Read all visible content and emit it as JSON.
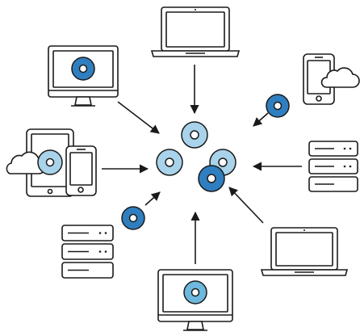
{
  "colors": {
    "outline": "#1a1a1a",
    "disc_light": "#a8d3ea",
    "disc_mid": "#6db8dc",
    "disc_dark": "#2f7fc0",
    "disc_inner": "#ffffff",
    "background": "#ffffff"
  },
  "nodes": [
    {
      "id": "laptop-top",
      "icon": "laptop-icon"
    },
    {
      "id": "monitor-top-left",
      "icon": "monitor-icon",
      "shows_disc": true
    },
    {
      "id": "phone-cloud-top-right",
      "icon": "phone-icon",
      "extras": [
        "cloud-icon"
      ]
    },
    {
      "id": "tablet-phone-cloud-left",
      "icon": "tablet-icon",
      "extras": [
        "phone-icon",
        "cloud-icon",
        "disc-icon"
      ]
    },
    {
      "id": "server-right",
      "icon": "server-icon"
    },
    {
      "id": "server-bottom-left",
      "icon": "server-icon",
      "extras": [
        "disc-icon"
      ]
    },
    {
      "id": "laptop-bottom-right",
      "icon": "laptop-icon"
    },
    {
      "id": "monitor-bottom",
      "icon": "monitor-icon",
      "shows_disc": true
    }
  ],
  "hub": {
    "icon": "disc-cluster-icon",
    "disc_count": 4
  },
  "arrows_direction": "toward-center"
}
